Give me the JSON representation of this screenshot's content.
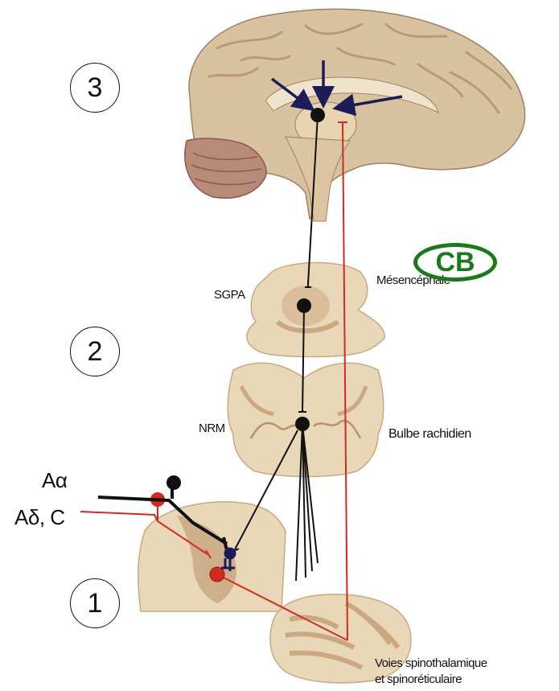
{
  "labels": {
    "stage_3": "3",
    "stage_2": "2",
    "stage_1": "1",
    "sgpa": "SGPA",
    "mesencephale": "Mésencéphale",
    "nrm": "NRM",
    "bulbe": "Bulbe rachidien",
    "a_alpha": "Aα",
    "a_delta_c": "Aδ, C",
    "voies_line1": "Voies spinothalamique",
    "voies_line2": "et spinoréticulaire"
  },
  "logo": {
    "text": "CB",
    "color": "#1a7a1a"
  },
  "colors": {
    "descending_pathway": "#111111",
    "ascending_pathway": "#d42a1e",
    "arrows": "#1c1c5a",
    "interneuron": "#1c1c5a",
    "tissue": "#e8d8b8",
    "tissue_dark": "#c9a882",
    "brain": "#d8c3a0"
  }
}
